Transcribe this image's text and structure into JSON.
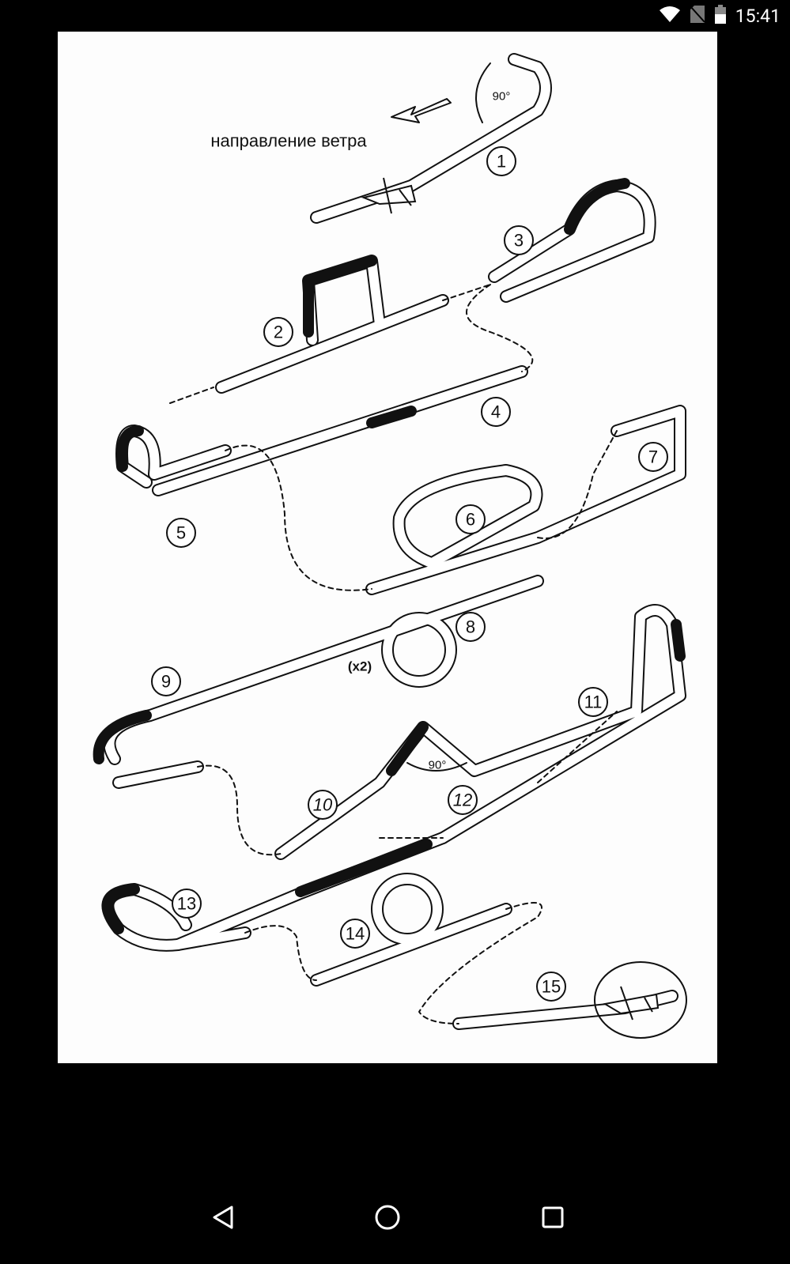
{
  "status_bar": {
    "time": "15:41",
    "icons": [
      "wifi-icon",
      "no-sim-icon",
      "battery-icon"
    ]
  },
  "diagram": {
    "wind_label": "направление ветра",
    "angle_labels": [
      "90°",
      "90°"
    ],
    "repeat_label": "(x2)",
    "figures": [
      "1",
      "2",
      "3",
      "4",
      "5",
      "6",
      "7",
      "8",
      "9",
      "10",
      "11",
      "12",
      "13",
      "14",
      "15"
    ]
  },
  "nav_bar": {
    "buttons": [
      "back",
      "home",
      "recents"
    ]
  }
}
